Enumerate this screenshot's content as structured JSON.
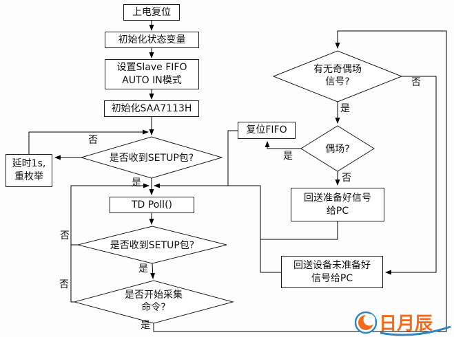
{
  "labels": {
    "yes": "是",
    "no": "否"
  },
  "nodes": {
    "power_on": "上电复位",
    "init_state": "初始化状态变量",
    "set_slave_fifo": "设置Slave FIFO\nAUTO IN模式",
    "init_saa7113h": "初始化SAA7113H",
    "delay_reenum": "延时1s,\n重枚举",
    "setup_received_1": "是否收到SETUP包?",
    "td_poll": "TD Poll()",
    "setup_received_2": "是否收到SETUP包?",
    "start_capture_cmd": "是否开始采集\n命令?",
    "field_signal": "有无奇偶场\n信号?",
    "even_field": "偶场?",
    "reset_fifo": "复位FIFO",
    "send_ready_pc": "回送准备好信号\n给PC",
    "send_not_ready_pc": "回送设备未准备好\n信号给PC"
  },
  "watermark": {
    "text": "日月辰",
    "orange": "#f26a1b",
    "blue": "#2e86c1"
  }
}
